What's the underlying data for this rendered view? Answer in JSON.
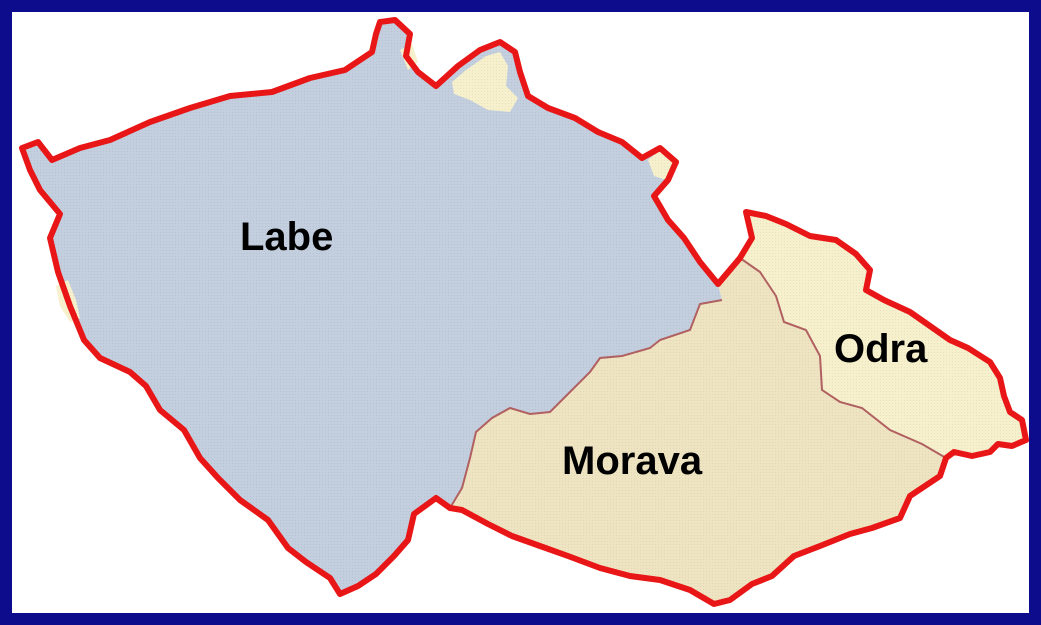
{
  "map": {
    "labels": {
      "labe": "Labe",
      "morava": "Morava",
      "odra": "Odra"
    },
    "colors": {
      "labe_fill": "#c3cfdf",
      "morava_fill": "#efe4c1",
      "odra_fill": "#f6f0cc",
      "border": "#e81616",
      "internal_line": "#b06060",
      "frame": "#0c0c8c"
    }
  }
}
